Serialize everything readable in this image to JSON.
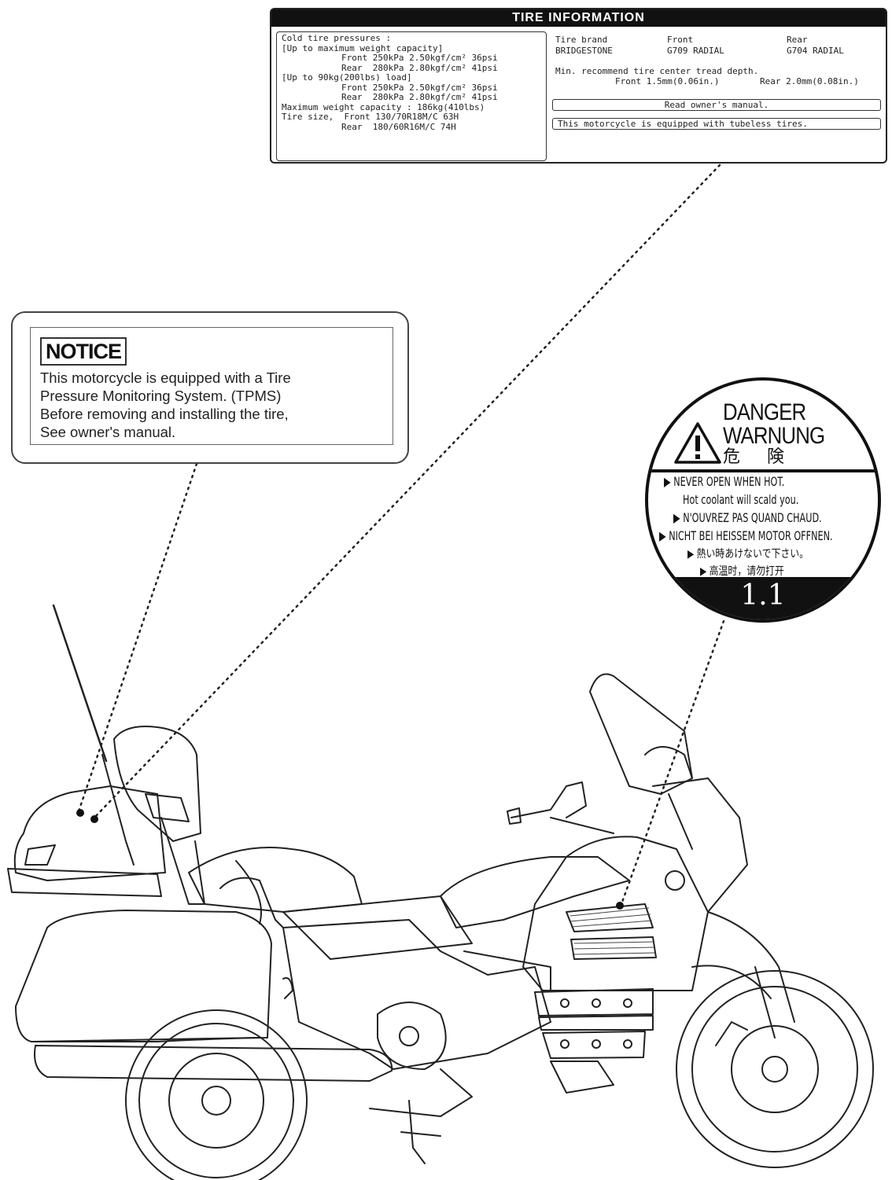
{
  "tire_label": {
    "title": "TIRE INFORMATION",
    "left": {
      "line1": "Cold tire pressures :",
      "line2": "[Up to maximum weight capacity]",
      "line3": "Front 250kPa 2.50kgf/cm² 36psi",
      "line4": "Rear  280kPa 2.80kgf/cm² 41psi",
      "line5": "[Up to 90kg(200lbs) load]",
      "line6": "Front 250kPa 2.50kgf/cm² 36psi",
      "line7": "Rear  280kPa 2.80kgf/cm² 41psi",
      "line8": "Maximum weight capacity : 186kg(410lbs)",
      "line9_label": "Tire size",
      "line9": "Front 130/70R18M/C 63H",
      "line10": "Rear  180/60R16M/C 74H"
    },
    "right": {
      "brand_label": "Tire brand",
      "front_label": "Front",
      "rear_label": "Rear",
      "brand": "BRIDGESTONE",
      "front_model": "G709 RADIAL",
      "rear_model": "G704 RADIAL",
      "depth_line": "Min. recommend tire center tread depth.",
      "depth_front": "Front 1.5mm(0.06in.)",
      "depth_rear": "Rear 2.0mm(0.08in.)",
      "read_manual": "Read owner's manual.",
      "tubeless": "This motorcycle is equipped with tubeless tires."
    }
  },
  "notice_label": {
    "badge": "NOTICE",
    "line1": "This motorcycle is equipped with a Tire",
    "line2": "Pressure Monitoring System. (TPMS)",
    "line3": "Before removing and installing the tire,",
    "line4": "See owner's manual."
  },
  "danger_label": {
    "title1": "DANGER",
    "title2": "WARNUNG",
    "title3": "危険",
    "l1": "▶ NEVER OPEN WHEN HOT.",
    "l2": "Hot coolant will scald you.",
    "l3": "▶ N'OUVREZ PAS QUAND CHAUD.",
    "l4": "▶ NICHT BEI HEISSEM MOTOR OFFNEN.",
    "l5": "▶ 熱い時あけないで下さい。",
    "l6": "▶ 高温时，请勿打开",
    "number": "1.1"
  },
  "colors": {
    "ink": "#111111",
    "paper": "#ffffff"
  },
  "icons": [
    "warning-triangle-icon",
    "arrow-right-icon"
  ]
}
